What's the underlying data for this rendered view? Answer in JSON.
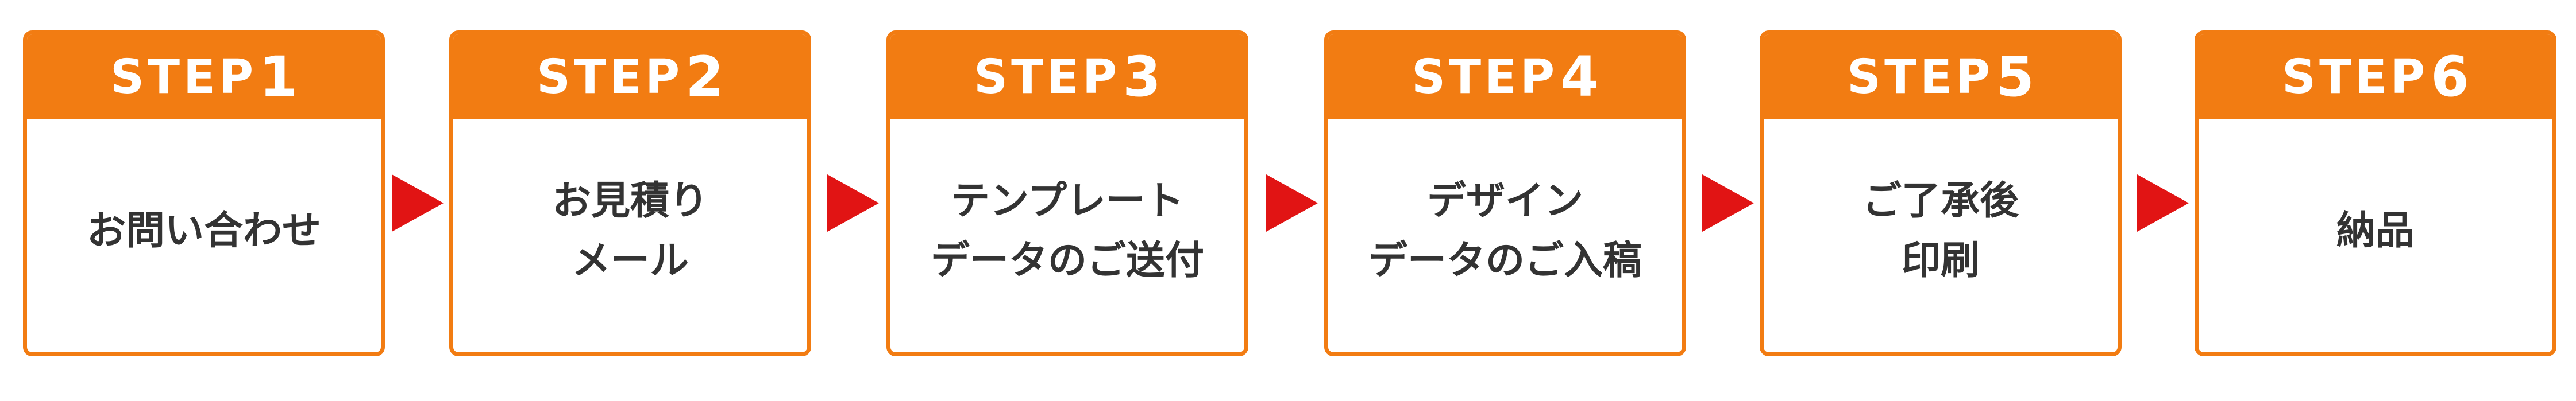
{
  "steps": [
    {
      "label": "STEP",
      "number": "1",
      "lines": [
        "お問い合わせ"
      ]
    },
    {
      "label": "STEP",
      "number": "2",
      "lines": [
        "お見積り",
        "メール"
      ]
    },
    {
      "label": "STEP",
      "number": "3",
      "lines": [
        "テンプレート",
        "データのご送付"
      ]
    },
    {
      "label": "STEP",
      "number": "4",
      "lines": [
        "デザイン",
        "データのご入稿"
      ]
    },
    {
      "label": "STEP",
      "number": "5",
      "lines": [
        "ご了承後",
        "印刷"
      ]
    },
    {
      "label": "STEP",
      "number": "6",
      "lines": [
        "納品"
      ]
    }
  ],
  "colors": {
    "header": "#f27c12",
    "border": "#f27c12",
    "arrow": "#e11414",
    "text": "#333333"
  },
  "icons": {
    "arrow": "triangle-right-icon"
  }
}
